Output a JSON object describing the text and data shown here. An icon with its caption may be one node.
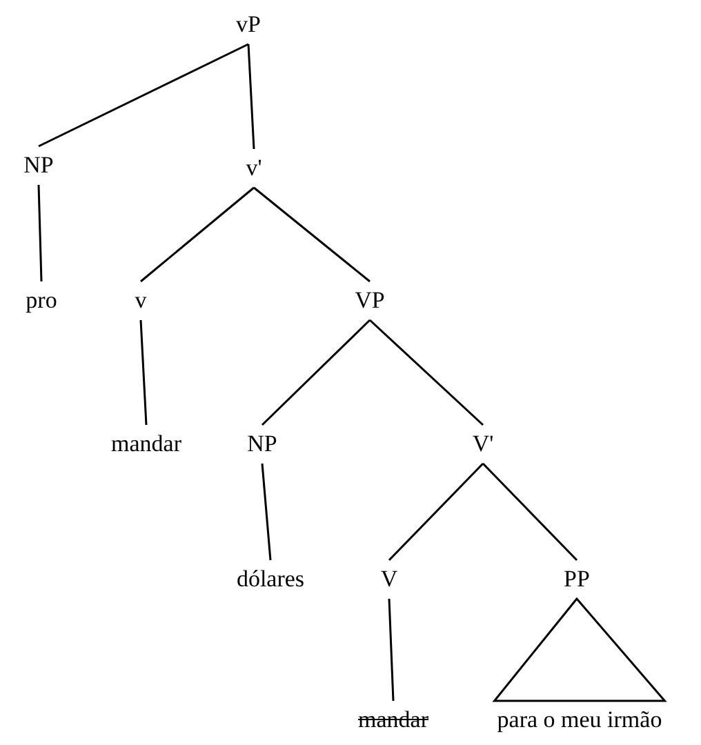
{
  "diagram": {
    "nodes": [
      {
        "text": [
          "vP"
        ]
      },
      {
        "text": [
          "NP"
        ]
      },
      {
        "text": [
          "v'"
        ]
      },
      {
        "text": [
          "pro"
        ]
      },
      {
        "text": [
          "v"
        ]
      },
      {
        "text": [
          "VP"
        ]
      },
      {
        "text": [
          "mandar"
        ]
      },
      {
        "text": [
          "NP"
        ]
      },
      {
        "text": [
          "V'"
        ]
      },
      {
        "text": [
          "dólares"
        ]
      },
      {
        "text": [
          "V"
        ]
      },
      {
        "text": [
          "PP"
        ]
      },
      {
        "text": [
          "mandar"
        ]
      },
      {
        "text": [
          "para o meu irmão"
        ]
      }
    ],
    "edges": [
      {
        "from": 0,
        "to": 1,
        "arrow": "none"
      },
      {
        "from": 0,
        "to": 2,
        "arrow": "none"
      },
      {
        "from": 1,
        "to": 3,
        "arrow": "none"
      },
      {
        "from": 2,
        "to": 4,
        "arrow": "none"
      },
      {
        "from": 2,
        "to": 5,
        "arrow": "none"
      },
      {
        "from": 4,
        "to": 6,
        "arrow": "none"
      },
      {
        "from": 5,
        "to": 7,
        "arrow": "none"
      },
      {
        "from": 5,
        "to": 8,
        "arrow": "none"
      },
      {
        "from": 7,
        "to": 9,
        "arrow": "none"
      },
      {
        "from": 8,
        "to": 10,
        "arrow": "none"
      },
      {
        "from": 8,
        "to": 11,
        "arrow": "none"
      },
      {
        "from": 10,
        "to": 12,
        "arrow": "none"
      },
      {
        "from": 11,
        "to": 13,
        "arrow": "none"
      }
    ]
  }
}
